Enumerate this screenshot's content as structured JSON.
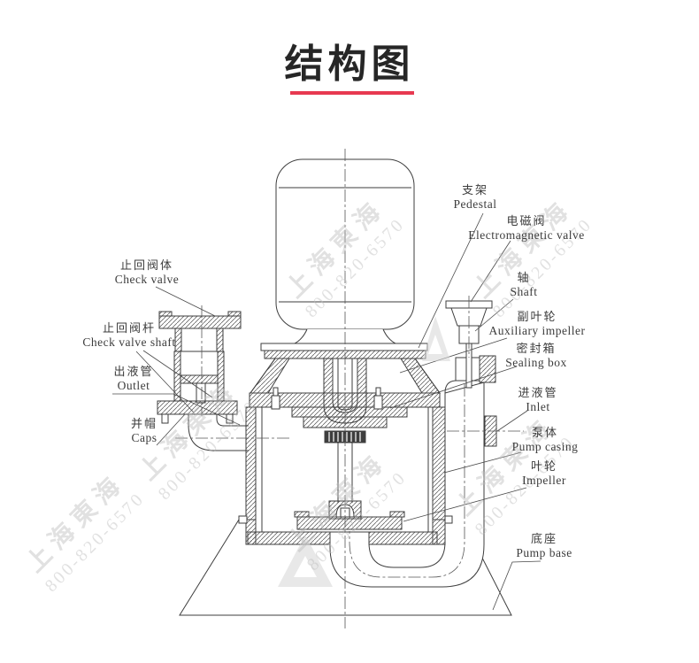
{
  "page": {
    "title": "结构图"
  },
  "accent_color": "#e73950",
  "watermark": {
    "company": "上海東海",
    "phone": "800-820-6570"
  },
  "diagram": {
    "type": "pump-structure-cross-section",
    "labels": {
      "check_valve": {
        "zh": "止回阀体",
        "en": "Check valve"
      },
      "check_valve_shaft": {
        "zh": "止回阀杆",
        "en": "Check valve shaft"
      },
      "outlet": {
        "zh": "出液管",
        "en": "Outlet"
      },
      "caps": {
        "zh": "并帽",
        "en": "Caps"
      },
      "pedestal": {
        "zh": "支架",
        "en": "Pedestal"
      },
      "electromagnetic_valve": {
        "zh": "电磁阀",
        "en": "Electromagnetic valve"
      },
      "shaft": {
        "zh": "轴",
        "en": "Shaft"
      },
      "auxiliary_impeller": {
        "zh": "副叶轮",
        "en": "Auxiliary impeller"
      },
      "sealing_box": {
        "zh": "密封箱",
        "en": "Sealing box"
      },
      "inlet": {
        "zh": "进液管",
        "en": "Inlet"
      },
      "pump_casing": {
        "zh": "泵体",
        "en": "Pump casing"
      },
      "impeller": {
        "zh": "叶轮",
        "en": "Impeller"
      },
      "pump_base": {
        "zh": "底座",
        "en": "Pump base"
      }
    }
  }
}
